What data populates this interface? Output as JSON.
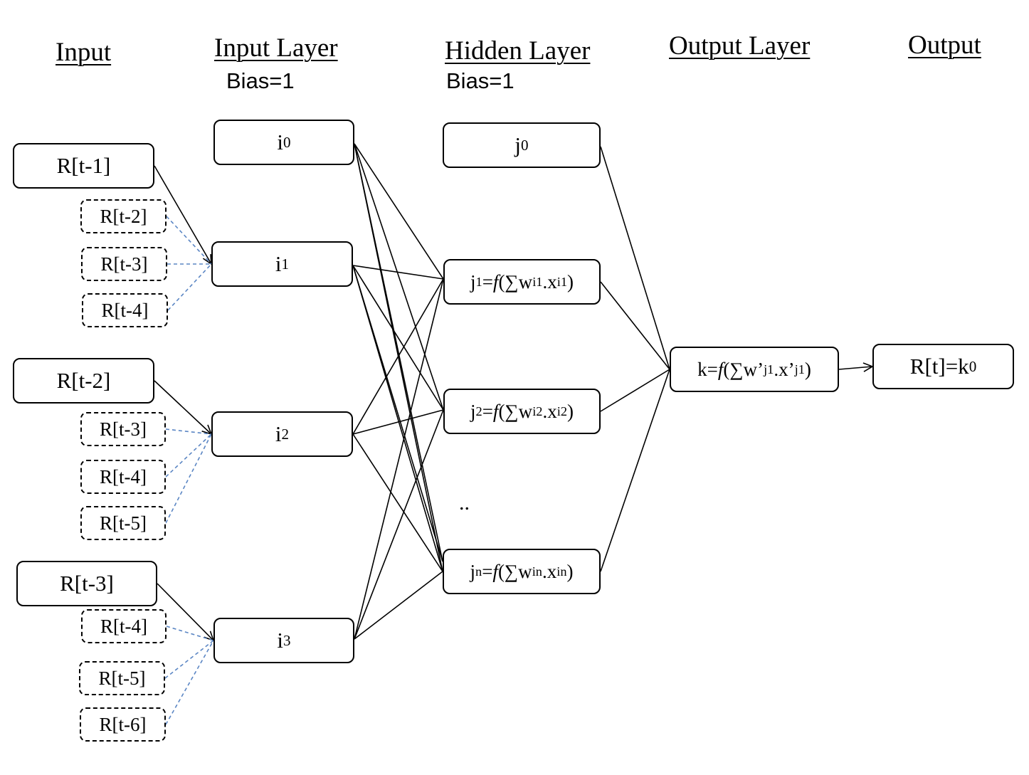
{
  "headers": {
    "input": "Input",
    "input_layer": "Input Layer",
    "hidden_layer": "Hidden Layer",
    "output_layer": "Output Layer",
    "output": "Output"
  },
  "bias": {
    "input_layer": "Bias=1",
    "hidden_layer": "Bias=1"
  },
  "input_groups": [
    {
      "main": "R[t-1]",
      "lags": [
        "R[t-2]",
        "R[t-3]",
        "R[t-4]"
      ],
      "target": "i1"
    },
    {
      "main": "R[t-2]",
      "lags": [
        "R[t-3]",
        "R[t-4]",
        "R[t-5]"
      ],
      "target": "i2"
    },
    {
      "main": "R[t-3]",
      "lags": [
        "R[t-4]",
        "R[t-5]",
        "R[t-6]"
      ],
      "target": "i3"
    }
  ],
  "input_layer_nodes": [
    {
      "id": "i0",
      "base": "i",
      "sub": "0"
    },
    {
      "id": "i1",
      "base": "i",
      "sub": "1"
    },
    {
      "id": "i2",
      "base": "i",
      "sub": "2"
    },
    {
      "id": "i3",
      "base": "i",
      "sub": "3"
    }
  ],
  "hidden_layer_nodes": [
    {
      "id": "j0",
      "base": "j",
      "sub": "0"
    },
    {
      "id": "j1",
      "base": "j",
      "sub": "1",
      "eq": "=",
      "f": "f",
      "open": "(∑w",
      "w_sub": "i1",
      "mid": ".x",
      "x_sub": "i1",
      "close": ")"
    },
    {
      "id": "j2",
      "base": "j",
      "sub": "2",
      "eq": "=",
      "f": "f",
      "open": "(∑w",
      "w_sub": "i2",
      "mid": ".x",
      "x_sub": "i2",
      "close": ")"
    },
    {
      "id": "jn",
      "base": "j",
      "sub": "n",
      "eq": "=",
      "f": "f",
      "open": "(∑w",
      "w_sub": "in",
      "mid": ".x",
      "x_sub": "in",
      "close": ")"
    }
  ],
  "hidden_ellipsis": "..",
  "output_layer_node": {
    "id": "k",
    "pre": "k=",
    "f": "f",
    "open": "(∑w’",
    "w_sub": "j1",
    "mid": ".x’",
    "x_sub": "j1",
    "close": ")"
  },
  "output_node": {
    "id": "out",
    "pre": "R[t]=k",
    "sub": "0"
  },
  "connections": {
    "input_to_hidden": [
      [
        "i0",
        "j1"
      ],
      [
        "i0",
        "j2"
      ],
      [
        "i0",
        "jn"
      ],
      [
        "i0",
        "jn"
      ],
      [
        "i1",
        "j1"
      ],
      [
        "i1",
        "j2"
      ],
      [
        "i1",
        "jn"
      ],
      [
        "i1",
        "jn"
      ],
      [
        "i2",
        "j1"
      ],
      [
        "i2",
        "j2"
      ],
      [
        "i2",
        "jn"
      ],
      [
        "i3",
        "j1"
      ],
      [
        "i3",
        "j2"
      ],
      [
        "i3",
        "jn"
      ]
    ],
    "hidden_to_output": [
      [
        "j0",
        "k"
      ],
      [
        "j1",
        "k"
      ],
      [
        "j2",
        "k"
      ],
      [
        "jn",
        "k"
      ]
    ],
    "output_to_result": [
      [
        "k",
        "out"
      ]
    ]
  },
  "colors": {
    "lag_connection": "#5b86c4",
    "line": "#000000"
  }
}
